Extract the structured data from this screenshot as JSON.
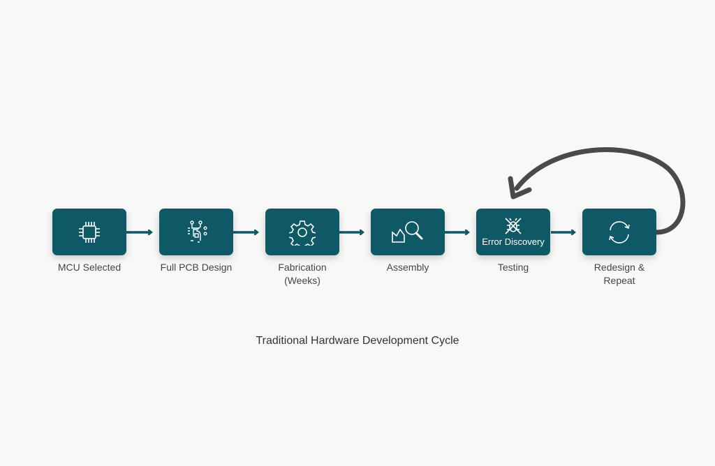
{
  "colors": {
    "box": "#0f5865",
    "arrow": "#0f5865",
    "loop_arrow": "#4a4a4a"
  },
  "steps": [
    {
      "label": "MCU Selected",
      "icon": "chip-icon"
    },
    {
      "label": "Full PCB Design",
      "icon": "circuit-icon"
    },
    {
      "label": "Fabrication (Weeks)",
      "icon": "gear-icon"
    },
    {
      "label": "Assembly",
      "icon": "assembly-magnifier-icon"
    },
    {
      "label": "Testing",
      "icon": "bug-crossed-icon",
      "inner_label": "Error Discovery"
    },
    {
      "label": "Redesign & Repeat",
      "icon": "refresh-cycle-icon"
    }
  ],
  "title": "Traditional Hardware Development Cycle"
}
